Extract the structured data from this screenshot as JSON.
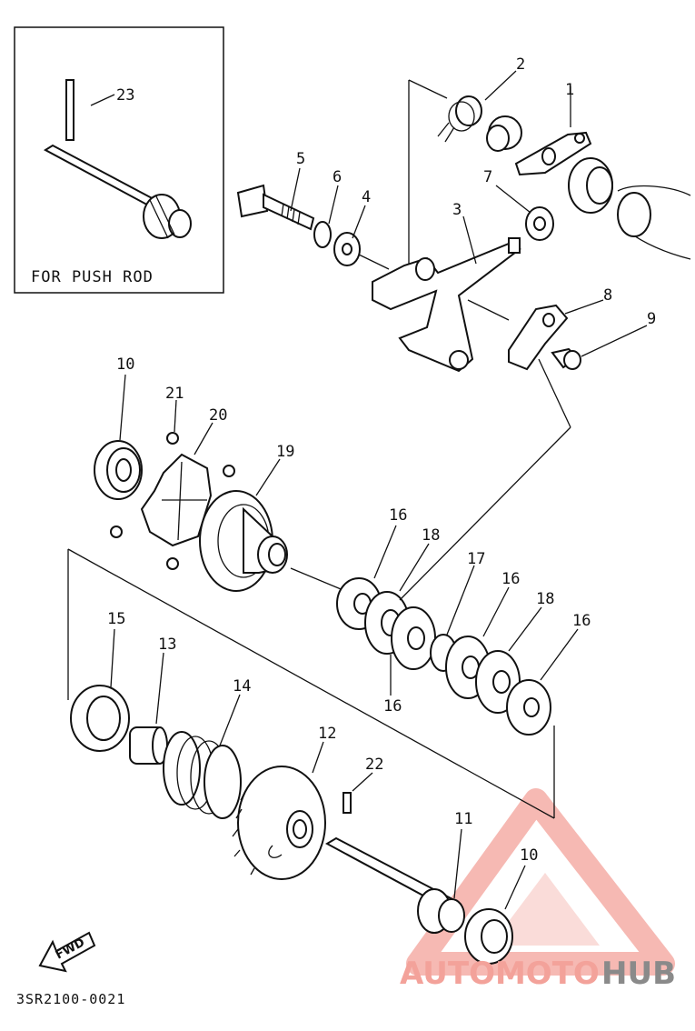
{
  "inset": {
    "caption": "FOR PUSH ROD",
    "part_label": "23"
  },
  "parts": [
    {
      "id": "p1",
      "label": "1"
    },
    {
      "id": "p2",
      "label": "2"
    },
    {
      "id": "p3",
      "label": "3"
    },
    {
      "id": "p4",
      "label": "4"
    },
    {
      "id": "p5",
      "label": "5"
    },
    {
      "id": "p6",
      "label": "6"
    },
    {
      "id": "p7",
      "label": "7"
    },
    {
      "id": "p8",
      "label": "8"
    },
    {
      "id": "p9",
      "label": "9"
    },
    {
      "id": "p10a",
      "label": "10"
    },
    {
      "id": "p21",
      "label": "21"
    },
    {
      "id": "p20",
      "label": "20"
    },
    {
      "id": "p19",
      "label": "19"
    },
    {
      "id": "p16a",
      "label": "16"
    },
    {
      "id": "p18a",
      "label": "18"
    },
    {
      "id": "p17",
      "label": "17"
    },
    {
      "id": "p16b",
      "label": "16"
    },
    {
      "id": "p18b",
      "label": "18"
    },
    {
      "id": "p16c",
      "label": "16"
    },
    {
      "id": "p16d",
      "label": "16"
    },
    {
      "id": "p15",
      "label": "15"
    },
    {
      "id": "p13",
      "label": "13"
    },
    {
      "id": "p14",
      "label": "14"
    },
    {
      "id": "p12",
      "label": "12"
    },
    {
      "id": "p22",
      "label": "22"
    },
    {
      "id": "p11",
      "label": "11"
    },
    {
      "id": "p10b",
      "label": "10"
    }
  ],
  "fwd_label": "FWD",
  "diagram_code": "3SR2100-0021",
  "watermark": {
    "part1": "AUTOMOTO",
    "part2": "HUB",
    "color_primary": "#f3a29a",
    "color_secondary": "#8a8a8a"
  }
}
